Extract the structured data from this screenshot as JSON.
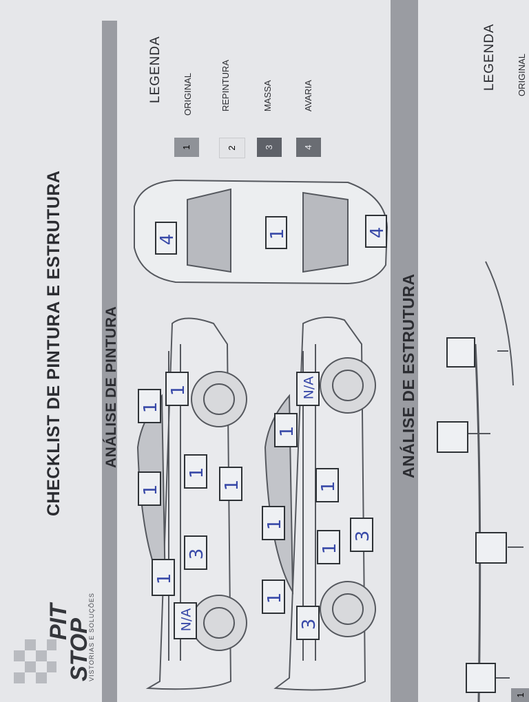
{
  "title": "CHECKLIST DE PINTURA E ESTRUTURA",
  "brand": {
    "line1": "PIT",
    "line2": "STOP",
    "tagline": "VISTORIAS E SOLUÇÕES"
  },
  "sections": {
    "paint": "ANÁLISE DE PINTURA",
    "structure": "ANÁLISE DE ESTRUTURA"
  },
  "legend": {
    "title": "LEGENDA",
    "items": [
      {
        "code": "1",
        "label": "ORIGINAL",
        "color": "#8f9298"
      },
      {
        "code": "2",
        "label": "REPINTURA",
        "color": "#e3e4e7"
      },
      {
        "code": "3",
        "label": "MASSA",
        "color": "#5e6168"
      },
      {
        "code": "4",
        "label": "AVARIA",
        "color": "#6a6d73"
      }
    ]
  },
  "legend2": {
    "title": "LEGENDA",
    "first_code": "1",
    "first_label": "ORIGINAL"
  },
  "marks": {
    "side1": [
      "N/A",
      "1",
      "3",
      "1",
      "1",
      "1",
      "1",
      "1"
    ],
    "side2": [
      "3",
      "1",
      "1",
      "3",
      "1",
      "1",
      "1",
      "N/A"
    ],
    "top": [
      "4",
      "1",
      "4"
    ]
  }
}
